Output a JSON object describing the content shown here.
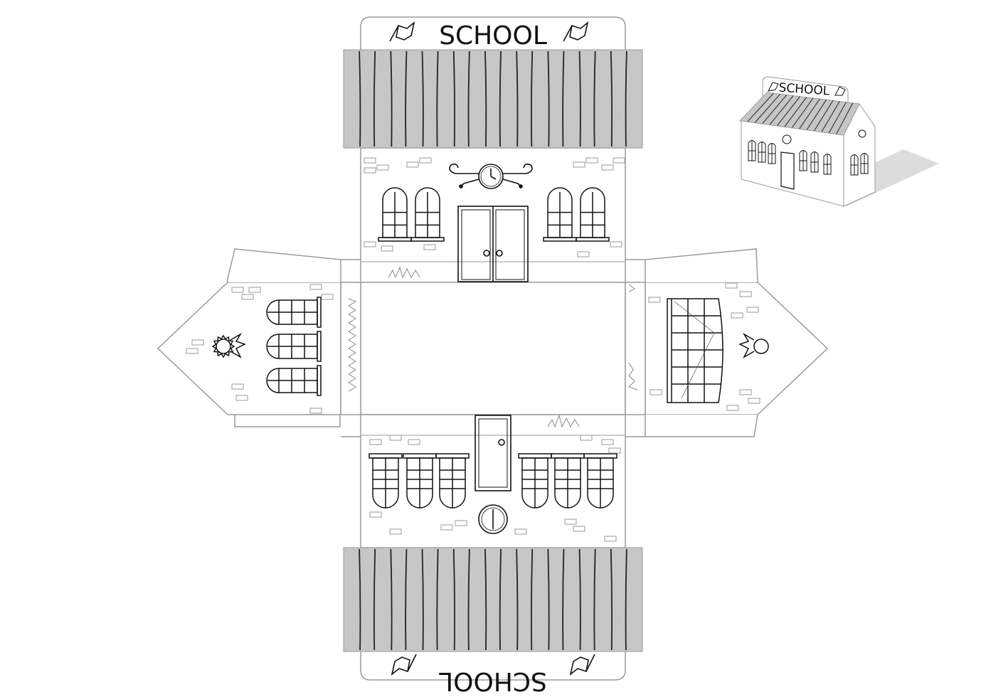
{
  "sign": {
    "top_text": "SCHOOL",
    "bottom_text": "SCHOOL",
    "preview_text": "SCHOOL"
  },
  "colors": {
    "outline": "#9a9a9a",
    "roof_fill": "#c6c6c6",
    "ink": "#111111",
    "paper": "#ffffff",
    "shadow": "#dcdcdc"
  },
  "icons": [
    "flag-icon",
    "clock-icon",
    "rosette-icon",
    "grass-icon",
    "brick-icon",
    "window-icon",
    "door-icon"
  ]
}
